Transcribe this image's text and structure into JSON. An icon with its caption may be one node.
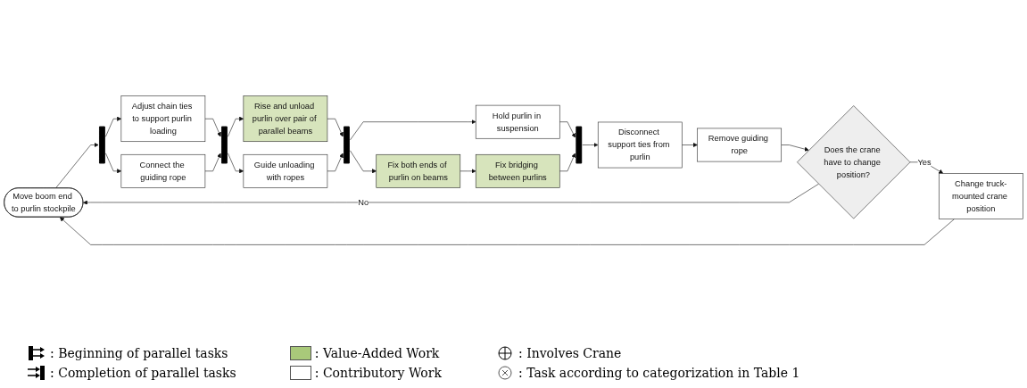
{
  "diagram": {
    "nodes": [
      {
        "text": [
          "Move boom end to purlin stockpile"
        ]
      },
      {
        "text": [],
        "shape": "bar"
      },
      {
        "text": [
          "Adjust chain ties to support purlin loading"
        ]
      },
      {
        "text": [
          "Connect the guiding rope"
        ]
      },
      {
        "text": [],
        "shape": "bar"
      },
      {
        "text": [
          "Rise and unload purlin over pair of parallel beams"
        ]
      },
      {
        "text": [
          "Guide unloading with ropes"
        ]
      },
      {
        "text": [],
        "shape": "bar"
      },
      {
        "text": [
          "Hold purlin in suspension"
        ]
      },
      {
        "text": [
          "Fix both ends of purlin on beams"
        ]
      },
      {
        "text": [
          "Fix bridging between purlins"
        ]
      },
      {
        "text": [],
        "shape": "bar"
      },
      {
        "text": [
          "Disconnect support ties from purlin"
        ]
      },
      {
        "text": [
          "Remove guiding rope"
        ]
      },
      {
        "text": [
          "Does the crane have to change position?"
        ]
      },
      {
        "text": [
          "Change truck-mounted crane position"
        ]
      }
    ],
    "edges": [
      {
        "from": 0,
        "to": 1,
        "arrow": "to"
      },
      {
        "from": 1,
        "to": 2,
        "arrow": "to"
      },
      {
        "from": 1,
        "to": 3,
        "arrow": "to"
      },
      {
        "from": 2,
        "to": 4,
        "arrow": "to"
      },
      {
        "from": 3,
        "to": 4,
        "arrow": "to"
      },
      {
        "from": 4,
        "to": 5,
        "arrow": "to"
      },
      {
        "from": 4,
        "to": 6,
        "arrow": "to"
      },
      {
        "from": 5,
        "to": 7,
        "arrow": "to"
      },
      {
        "from": 6,
        "to": 7,
        "arrow": "to"
      },
      {
        "from": 7,
        "to": 8,
        "arrow": "to"
      },
      {
        "from": 7,
        "to": 9,
        "arrow": "to"
      },
      {
        "from": 9,
        "to": 10,
        "arrow": "to"
      },
      {
        "from": 8,
        "to": 11,
        "arrow": "to"
      },
      {
        "from": 10,
        "to": 11,
        "arrow": "to"
      },
      {
        "from": 11,
        "to": 12,
        "arrow": "to"
      },
      {
        "from": 12,
        "to": 13,
        "arrow": "to"
      },
      {
        "from": 13,
        "to": 14,
        "arrow": "to"
      },
      {
        "from": 14,
        "to": 15,
        "label": "Yes",
        "arrow": "to"
      },
      {
        "from": 14,
        "to": 0,
        "label": "No",
        "arrow": "to"
      },
      {
        "from": 15,
        "to": 0,
        "arrow": "to"
      }
    ],
    "legend": [
      {
        "text": ": Beginning of parallel tasks"
      },
      {
        "text": ": Value-Added Work",
        "color": "#a9c97a"
      },
      {
        "text": ": Involves Crane"
      },
      {
        "text": ": Completion of parallel tasks"
      },
      {
        "text": ": Contributory Work",
        "color": "#ffffff"
      },
      {
        "text": ": Task according to categorization in Table 1"
      }
    ]
  }
}
